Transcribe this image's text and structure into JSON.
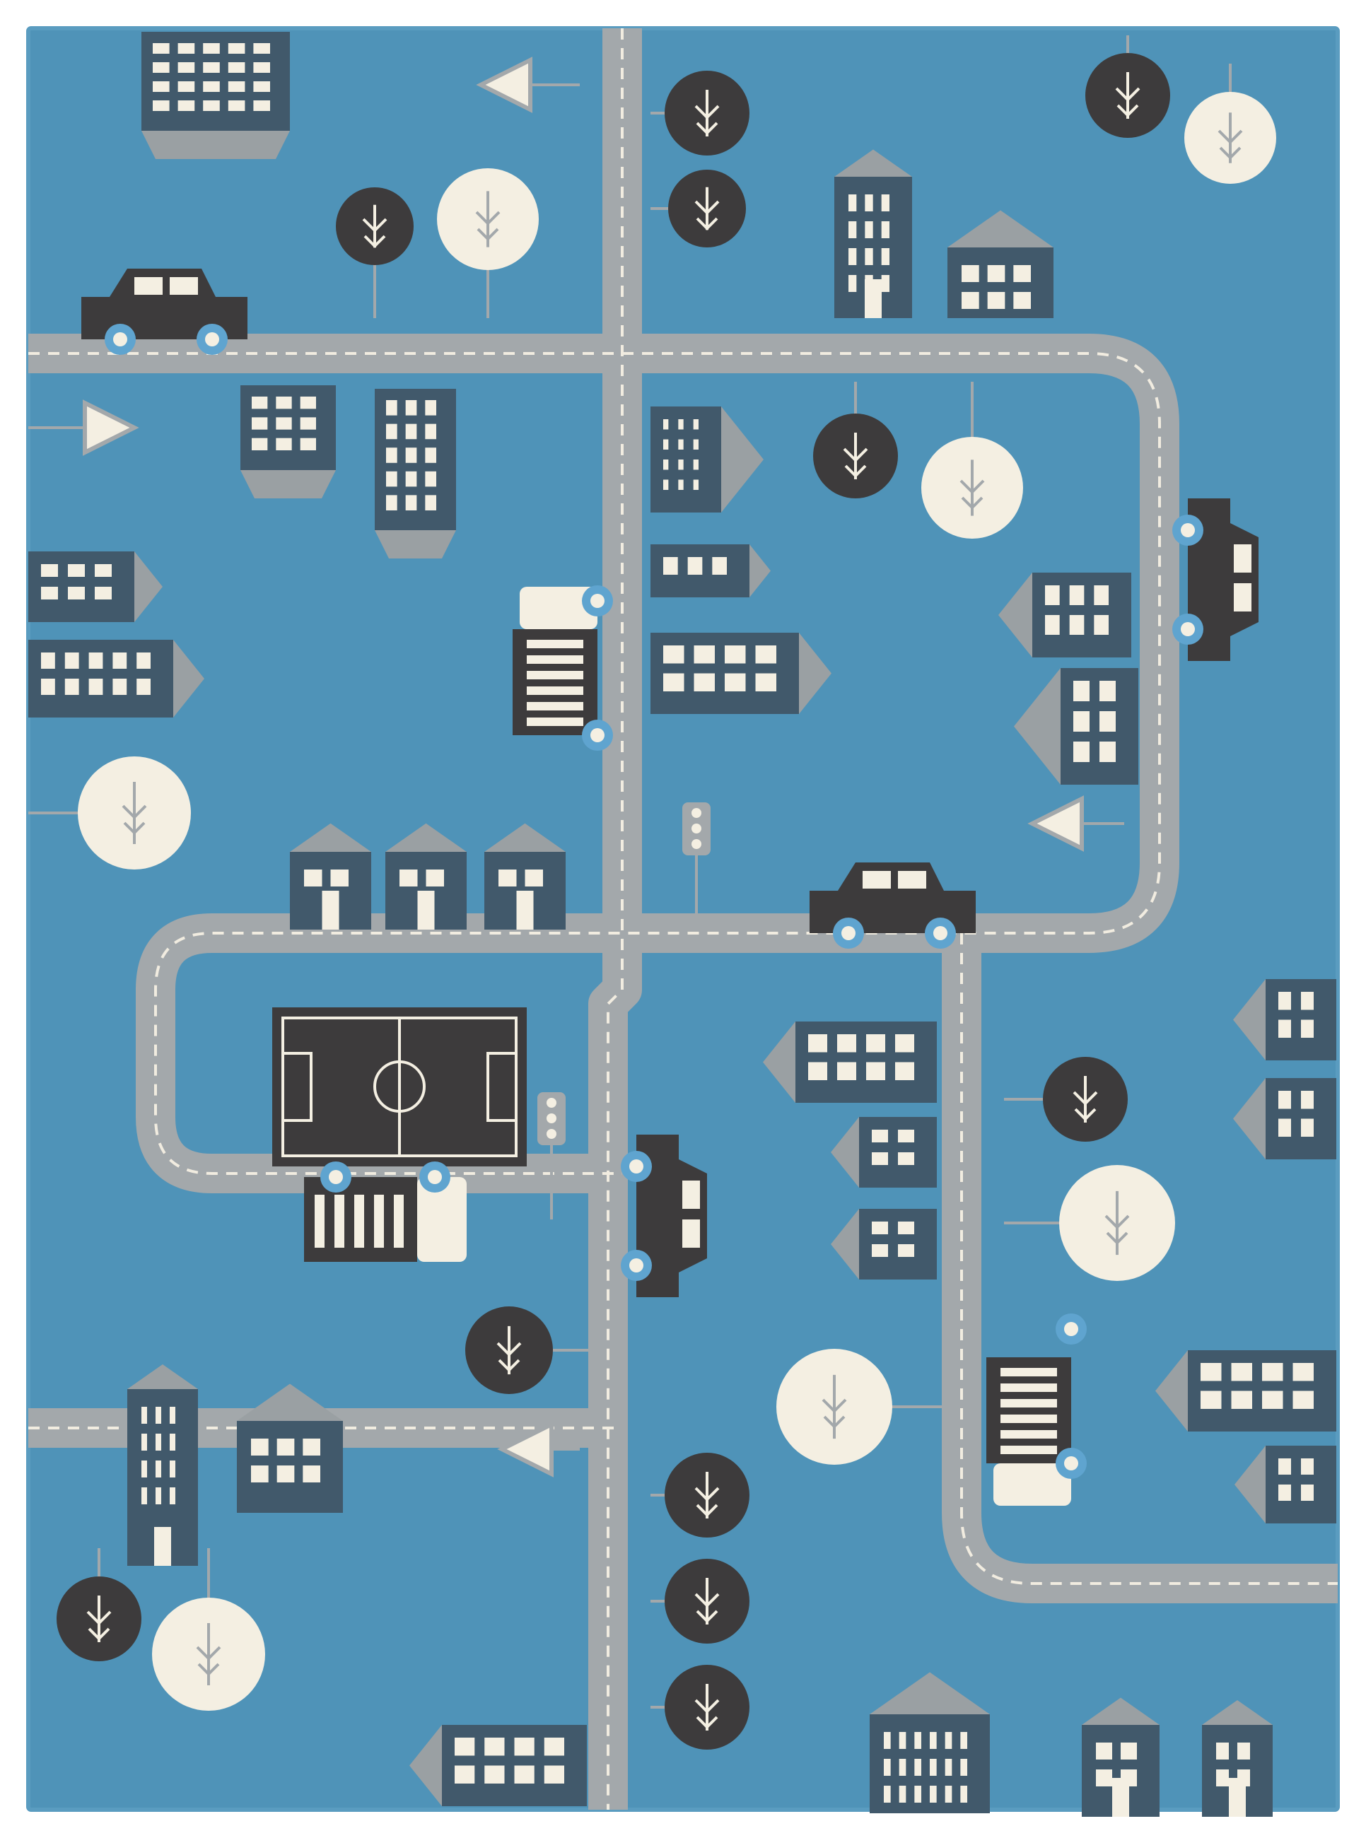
{
  "image": {
    "subject": "rug",
    "pattern": "city-map"
  },
  "colors": {
    "background": "#ffffff",
    "rug_blue": "#4f93b8",
    "rug_border": "#5a9cc0",
    "road": "#a3a8ab",
    "road_edge": "#9aa0a3",
    "road_line": "#f1ece0",
    "building": "#41596b",
    "roof": "#9aa0a3",
    "window": "#f4efe2",
    "tree_dark": "#3d3b3c",
    "tree_light": "#f4efe2",
    "trunk_gray": "#a3a8ab",
    "car": "#3d3b3c",
    "wheel": "#5fa4cf",
    "field_line": "#f4efe2"
  },
  "elements": {
    "roads": 7,
    "cars": 4,
    "trucks": 3,
    "traffic_lights": 2,
    "road_signs": 4,
    "football_pitch": 1
  }
}
